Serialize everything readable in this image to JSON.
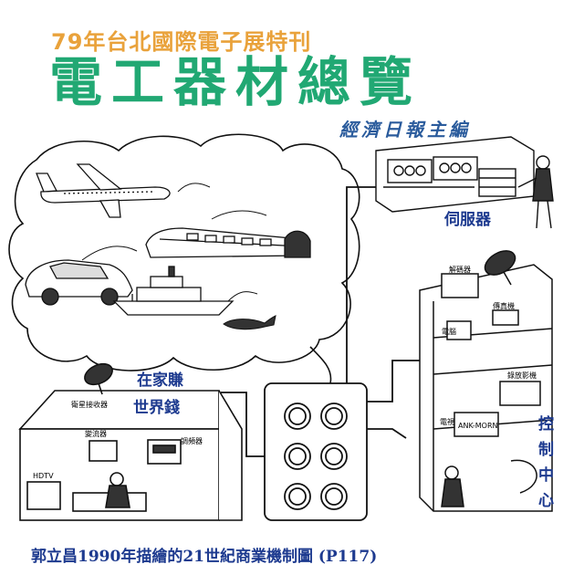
{
  "header": {
    "subtitle": "79年台北國際電子展特刊",
    "title": "電工器材總覽",
    "editor": "經濟日報主編"
  },
  "labels": {
    "server": "伺服器",
    "home_line1": "在家賺",
    "home_line2": "世界錢",
    "control_chars": [
      "控",
      "制",
      "中",
      "心"
    ]
  },
  "small_labels": {
    "satellite_receiver": "衛星接收器",
    "converter": "變流器",
    "modem": "調頻器",
    "hdtv": "HDTV",
    "decoder": "解碼器",
    "fax": "傳真機",
    "computer": "電腦",
    "vcr": "錄放影機",
    "tv": "電視",
    "tv_brand": "ANK-MORN"
  },
  "caption": "郭立昌1990年描繪的21世紀商業機制圖 (P117)",
  "colors": {
    "subtitle": "#e9a23b",
    "title": "#21a873",
    "editor": "#2a5b9c",
    "labels": "#1d3a8f"
  }
}
